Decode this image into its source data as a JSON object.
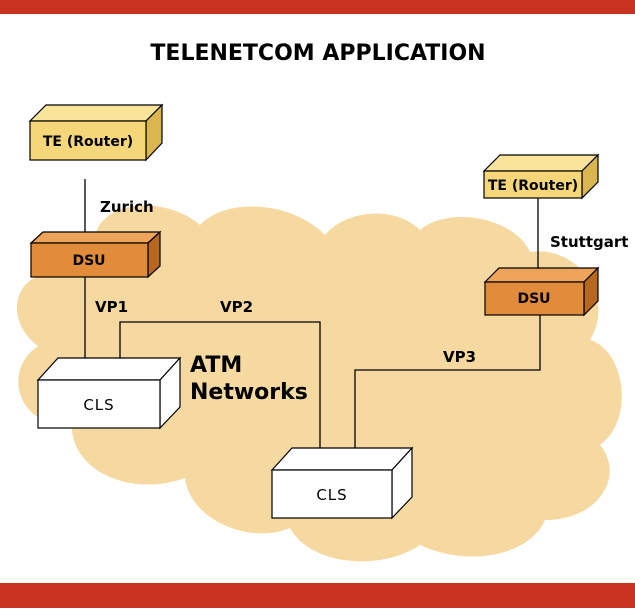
{
  "title": "TELENETCOM APPLICATION",
  "colors": {
    "frame_red": "#c8331f",
    "cloud": "#f5d9a0",
    "router_box": "#f5d77a",
    "dsu_box": "#e08c3a",
    "cls_box": "#ffffff"
  },
  "devices": {
    "router_zurich": "TE (Router)",
    "router_stuttgart": "TE (Router)",
    "dsu_zurich": "DSU",
    "dsu_stuttgart": "DSU",
    "cls_left": "CLS",
    "cls_center": "CLS"
  },
  "sites": {
    "zurich": "Zurich",
    "stuttgart": "Stuttgart"
  },
  "network": {
    "line1": "ATM",
    "line2": "Networks"
  },
  "links": {
    "vp1": "VP1",
    "vp2": "VP2",
    "vp3": "VP3"
  }
}
